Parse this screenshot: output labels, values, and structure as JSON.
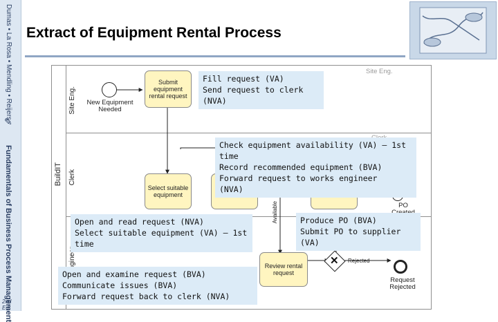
{
  "title": "Extract of Equipment Rental Process",
  "side_strip": {
    "top_text": "Dumas • La Rosa • Mendling • Reijers",
    "bottom_text": "Fundamentals of Business Process Management",
    "edition": "2nd Ed."
  },
  "diagram": {
    "pool_label": "BuildIT",
    "lanes": [
      {
        "label": "Site Eng."
      },
      {
        "label": "Clerk"
      },
      {
        "label": "Works Engineer"
      }
    ],
    "lane_tags": {
      "site_eng": "Site Eng.",
      "clerk": "Clerk"
    },
    "events": {
      "start_label": "New Equipment Needed",
      "end_label": "Request Rejected",
      "po_label": "PO Created"
    },
    "tasks": {
      "submit": "Submit equipment rental request",
      "select": "Select suitable equipment",
      "review": "Review rental request"
    },
    "gateway_labels": {
      "available": "Available",
      "rejected": "Rejected"
    }
  },
  "notes": [
    {
      "id": "fill-request-note",
      "text": "Fill request (VA)\nSend request to clerk\n(NVA)"
    },
    {
      "id": "check-equipment-note",
      "text": "Check equipment availability (VA) – 1st\ntime\nRecord recommended equipment (BVA)\nForward request to works engineer\n(NVA)"
    },
    {
      "id": "open-request-note",
      "text": "Open and read request (NVA)\nSelect suitable equipment (VA) – 1st\ntime"
    },
    {
      "id": "produce-po-note",
      "text": "Produce PO (BVA)\nSubmit PO to supplier\n(VA)"
    },
    {
      "id": "examine-request-note",
      "text": "Open and examine request (BVA)\nCommunicate issues (BVA)\nForward request back to clerk (NVA)"
    }
  ]
}
